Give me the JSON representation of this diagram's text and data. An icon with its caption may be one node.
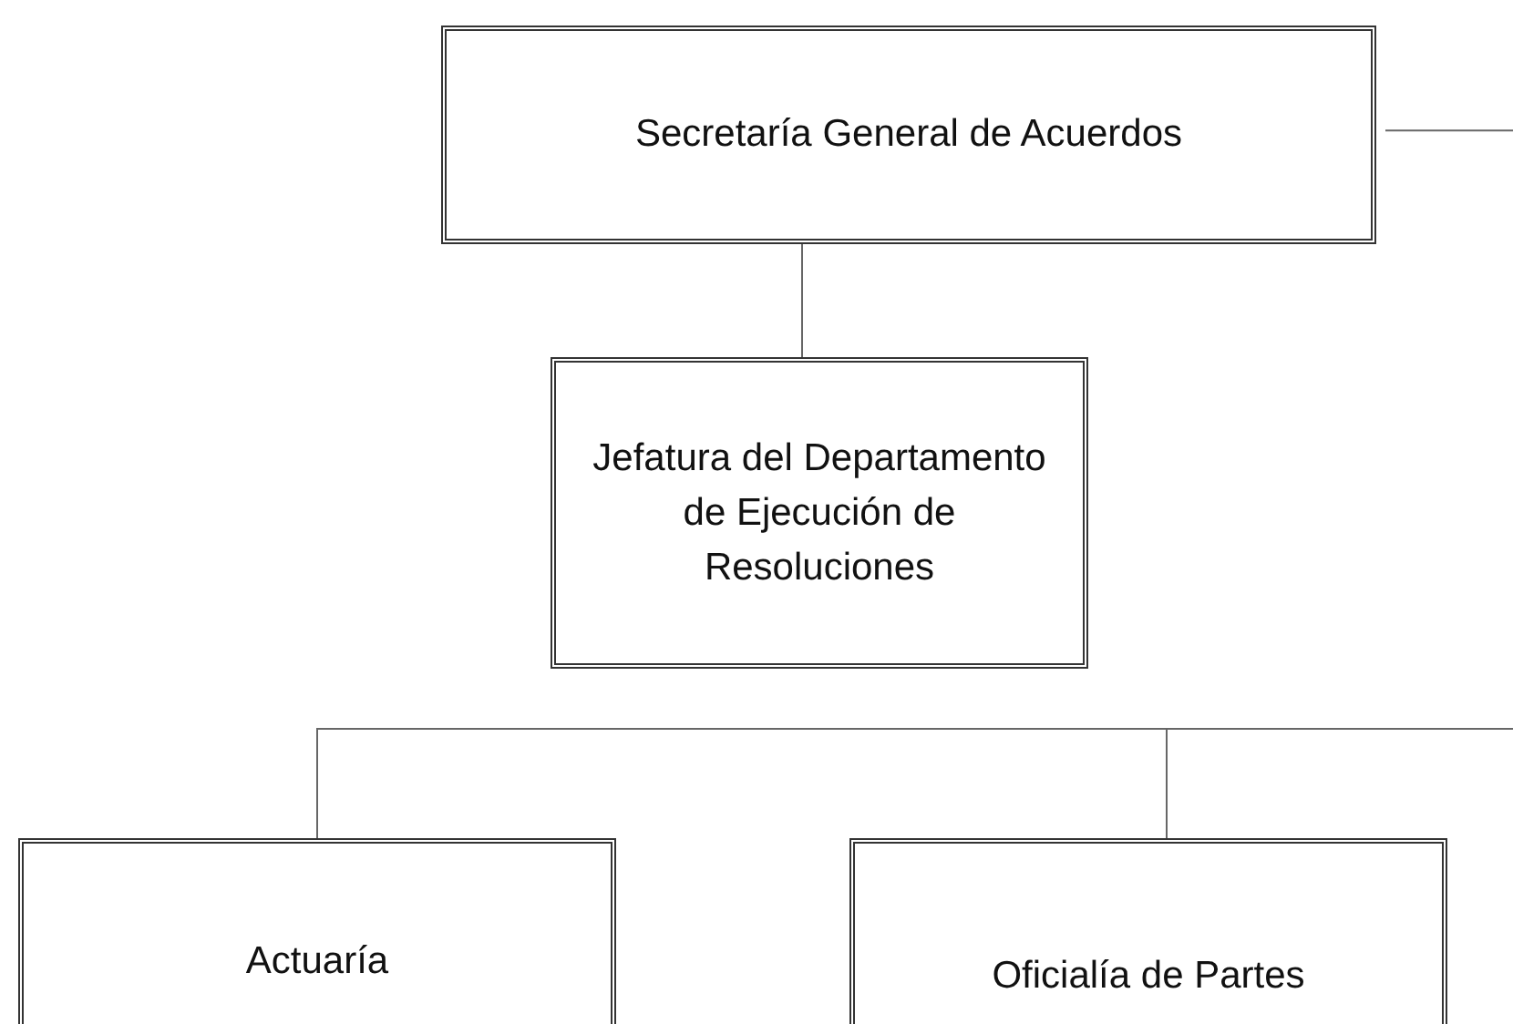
{
  "diagram": {
    "nodes": [
      {
        "text": [
          "Secretaría General de Acuerdos"
        ]
      },
      {
        "text": [
          "Jefatura del Departamento de Ejecución de Resoluciones"
        ]
      },
      {
        "text": [
          "Actuaría"
        ]
      },
      {
        "text": [
          "Oficialía de Partes"
        ]
      }
    ],
    "edges": [
      {
        "from": 0,
        "to": 1,
        "arrow": "none"
      },
      {
        "from": 0,
        "to": null,
        "arrow": "none"
      },
      {
        "from": null,
        "to": 2,
        "arrow": "none"
      },
      {
        "from": null,
        "to": 3,
        "arrow": "none"
      }
    ]
  }
}
